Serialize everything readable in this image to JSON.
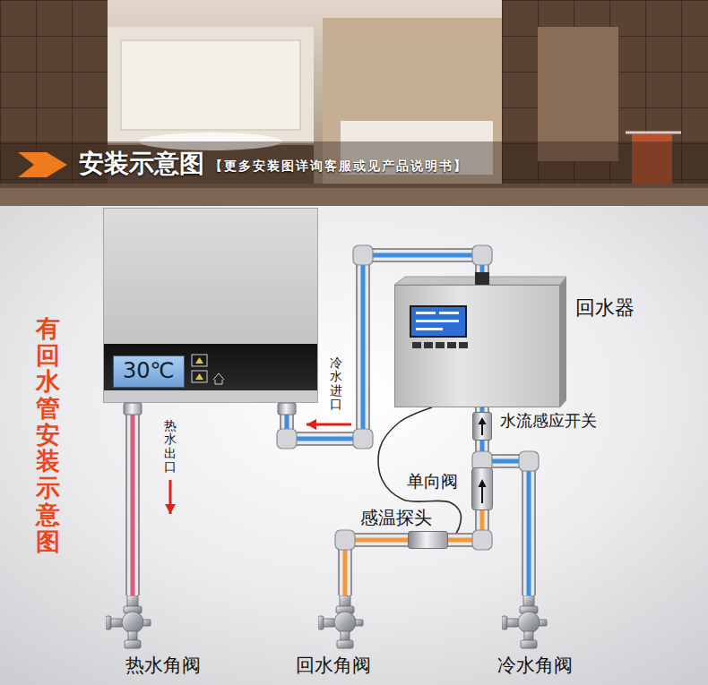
{
  "diagram": {
    "title": "安装示意图",
    "nodes": [
      {
        "text": [
          "30℃"
        ]
      },
      {
        "text": [
          "回水器"
        ]
      },
      {
        "text": [
          "水流感应开关"
        ]
      },
      {
        "text": [
          "单向阀"
        ]
      },
      {
        "text": [
          "感温探头"
        ]
      },
      {
        "text": [
          "热水角阀"
        ]
      },
      {
        "text": [
          "回水角阀"
        ]
      },
      {
        "text": [
          "冷水角阀"
        ]
      }
    ],
    "edges": [
      {
        "from": 0,
        "to": 5,
        "label": "热水出口",
        "arrow": "to"
      },
      {
        "from": 1,
        "to": 0,
        "label": "冷水进口",
        "arrow": "to"
      },
      {
        "from": 2,
        "to": 1,
        "arrow": "none"
      },
      {
        "from": 3,
        "to": 2,
        "arrow": "none"
      },
      {
        "from": 4,
        "to": 1,
        "arrow": "none"
      },
      {
        "from": 6,
        "to": 3,
        "arrow": "none"
      },
      {
        "from": 7,
        "to": 2,
        "arrow": "none"
      }
    ],
    "labels": [
      "【更多安装图详询客服或见产品说明书】",
      "有回水管安装示意图"
    ]
  }
}
